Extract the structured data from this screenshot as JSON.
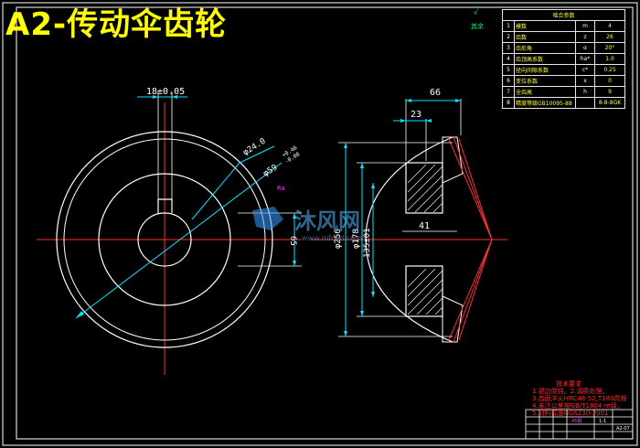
{
  "title": "A2-传动伞齿轮",
  "dimensions": {
    "keyway_width": "18±0.05",
    "bore_dia": "φ24.0",
    "hub_dia": "φ59",
    "hub_tol_upper": "+0.46",
    "hub_tol_lower": "-0.00",
    "section_dia": "65",
    "overall_width": "66",
    "hub_length": "23",
    "face_length": "41",
    "outer_dia": "φ256",
    "hub_outer_dia": "φ178",
    "inner_dia": "135±01",
    "roughness_mark": "Ra"
  },
  "roughness_top": "其余",
  "params_table": {
    "header": "啮合参数",
    "rows": [
      {
        "no": "1",
        "name": "模数",
        "sym": "m",
        "val": "4"
      },
      {
        "no": "2",
        "name": "齿数",
        "sym": "z",
        "val": "26"
      },
      {
        "no": "3",
        "name": "齿形角",
        "sym": "α",
        "val": "20°"
      },
      {
        "no": "4",
        "name": "齿顶高系数",
        "sym": "ha*",
        "val": "1.0"
      },
      {
        "no": "5",
        "name": "径向间隙系数",
        "sym": "c*",
        "val": "0.25"
      },
      {
        "no": "6",
        "name": "变位系数",
        "sym": "x",
        "val": "0"
      },
      {
        "no": "7",
        "name": "全齿高",
        "sym": "h",
        "val": "9"
      },
      {
        "no": "8",
        "name": "精度等级GB10095-88",
        "sym": "",
        "val": "8-8-8GK"
      }
    ]
  },
  "notes": [
    "技术要求",
    "1.锐边倒钝。2.调质处理。",
    "3.齿面淬火HRC48-52,T180高频",
    "4.未注公差按GB/T1804-m级。",
    "5.材料标准HGS230-2001"
  ],
  "titleblock": {
    "material": "45钢",
    "drawing_no": "A2-07",
    "scale": "1:1"
  },
  "watermark": "沐风网",
  "watermark_sub": "www.mfcad.com"
}
